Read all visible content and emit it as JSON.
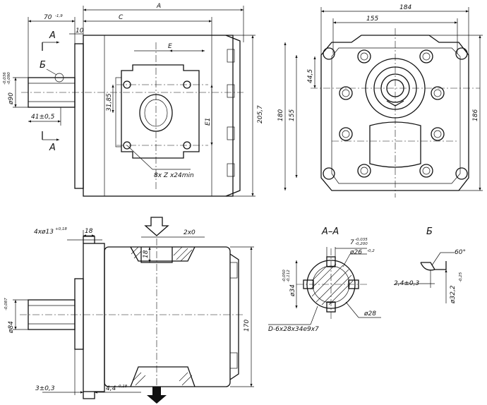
{
  "front_view": {
    "dim_A": "A",
    "dim_C": "C",
    "dim_E": "E",
    "dim_E1": "E1",
    "dim_70": "70",
    "dim_70_tol": "-1,9",
    "dim_10": "10",
    "dim_205": "205,7",
    "dim_31": "31,85",
    "dim_41": "41±0,5",
    "dim_90": "ø90",
    "dim_90_tol_up": "-0,036",
    "dim_90_tol_dn": "-0,090",
    "bolt_note": "8x Z x24min",
    "section_label_top": "A",
    "section_label_bottom": "A",
    "detail_label": "Б"
  },
  "side_view": {
    "dim_184": "184",
    "dim_155_top": "155",
    "dim_44": "44,5",
    "dim_180": "180",
    "dim_155_left": "155",
    "dim_186": "186"
  },
  "top_view": {
    "dim_holes": "4xø13",
    "dim_holes_tol": "+0,18",
    "dim_18_top": "18",
    "dim_18_mid": "18",
    "dim_2x0": "2x0",
    "dim_84": "ø84",
    "dim_84_tol": "-0,087",
    "dim_170": "170",
    "dim_3": "3±0,3",
    "dim_44": "4,4",
    "dim_44_tol": "-0,18"
  },
  "section_AA": {
    "title": "A–A",
    "dim_7": "7",
    "dim_7_tol_up": "-0,035",
    "dim_7_tol_dn": "-0,200",
    "dim_26": "ø26",
    "dim_26_tol": "-0,2",
    "dim_34": "ø34",
    "dim_34_tol_up": "-0,050",
    "dim_34_tol_dn": "-0,112",
    "dim_28": "ø28",
    "spline_note": "D-6x28x34e9x7"
  },
  "detail_B": {
    "title": "Б",
    "dim_60": "60°",
    "dim_24": "2,4±0,3",
    "dim_32": "ø32,2",
    "dim_32_tol": "-0,25"
  }
}
